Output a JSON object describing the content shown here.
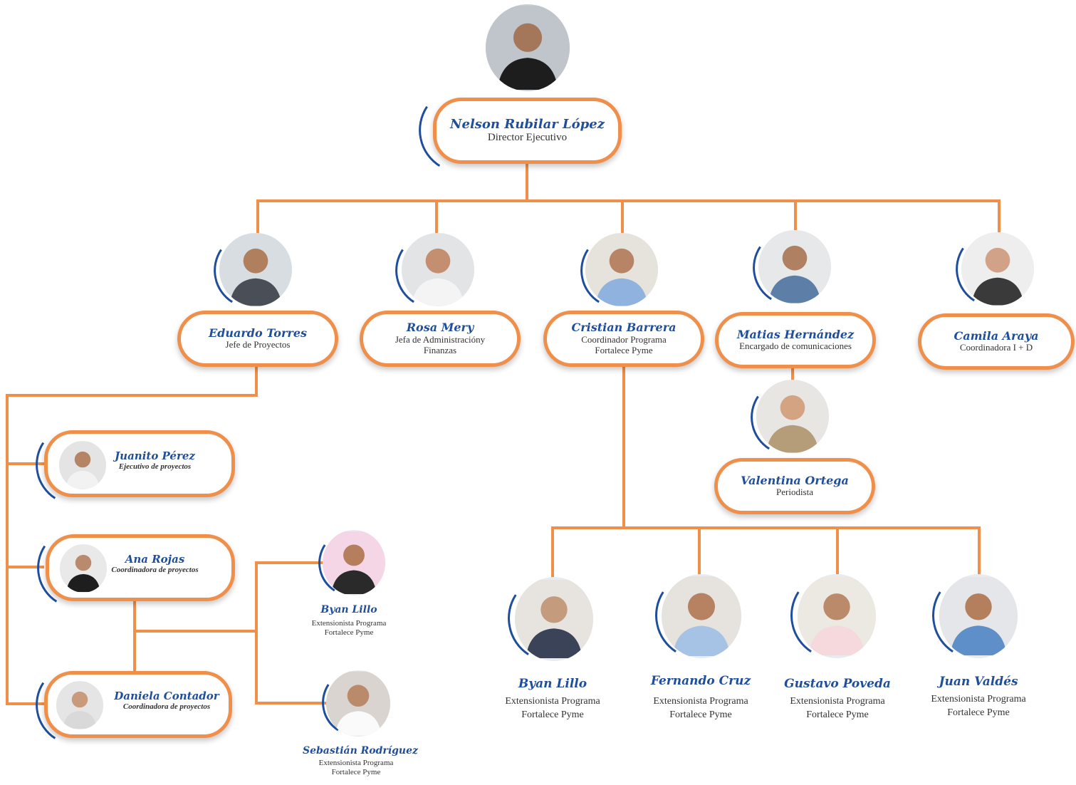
{
  "colors": {
    "connector": "#ef8f4a",
    "name_text": "#1f4e9c",
    "arc": "#1f4e9c",
    "border": "#ef8f4a"
  },
  "director": {
    "name": "Nelson Rubilar López",
    "role": "Director Ejecutivo",
    "photo_icon": "person-photo"
  },
  "managers": [
    {
      "name": "Eduardo Torres",
      "role": "Jefe de Proyectos"
    },
    {
      "name": "Rosa Mery",
      "role_line1": "Jefa de Administracióny",
      "role_line2": "Finanzas"
    },
    {
      "name": "Cristian Barrera",
      "role_line1": "Coordinador Programa",
      "role_line2": "Fortalece Pyme"
    },
    {
      "name": "Matias Hernández",
      "role": "Encargado de comunicaciones"
    },
    {
      "name": "Camila Araya",
      "role": "Coordinadora I + D"
    }
  ],
  "comms_report": {
    "name": "Valentina Ortega",
    "role": "Periodista"
  },
  "project_team": [
    {
      "name": "Juanito Pérez",
      "role": "Ejecutivo de proyectos"
    },
    {
      "name": "Ana Rojas",
      "role": "Coordinadora de proyectos"
    },
    {
      "name": "Daniela Contador",
      "role": "Coordinadora de proyectos"
    }
  ],
  "project_extensionists": [
    {
      "name": "Byan Lillo",
      "role_line1": "Extensionista Programa",
      "role_line2": "Fortalece Pyme"
    },
    {
      "name": "Sebastián Rodríguez",
      "role_line1": "Extensionista Programa",
      "role_line2": "Fortalece Pyme"
    }
  ],
  "program_extensionists": [
    {
      "name": "Byan Lillo",
      "role_line1": "Extensionista Programa",
      "role_line2": "Fortalece Pyme"
    },
    {
      "name": "Fernando Cruz",
      "role_line1": "Extensionista Programa",
      "role_line2": "Fortalece Pyme"
    },
    {
      "name": "Gustavo Poveda",
      "role_line1": "Extensionista Programa",
      "role_line2": "Fortalece Pyme"
    },
    {
      "name": "Juan Valdés",
      "role_line1": "Extensionista Programa",
      "role_line2": "Fortalece Pyme"
    }
  ]
}
